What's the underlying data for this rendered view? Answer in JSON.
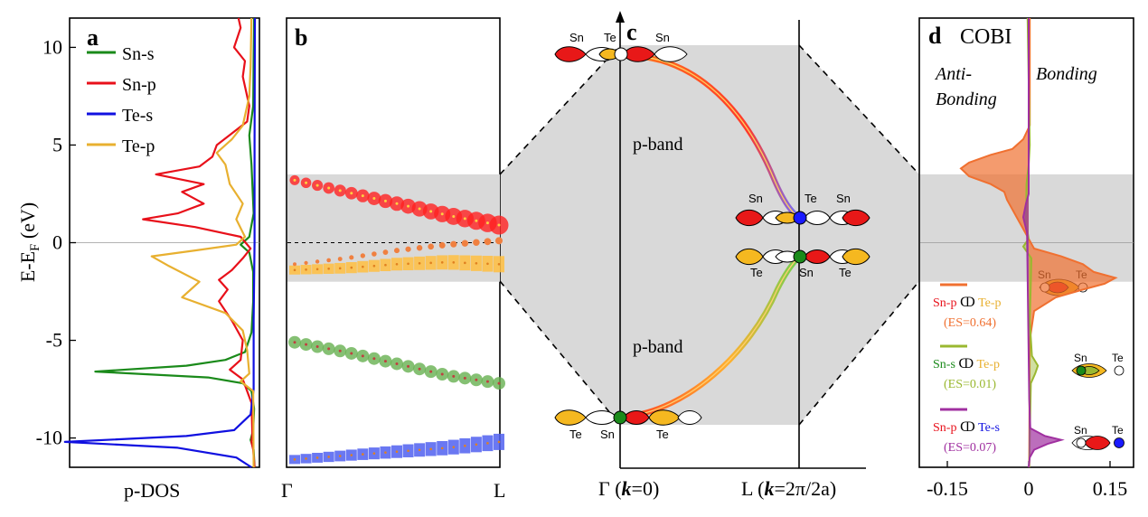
{
  "colors": {
    "sn_s": "#1a8a1a",
    "sn_p": "#e8101a",
    "te_s": "#1010e0",
    "te_p": "#e8b030",
    "cobi_snp_tep": "#f07030",
    "cobi_sns_tep": "#9ab830",
    "cobi_snp_tes": "#a030a0",
    "shade": "#d9d9d9"
  },
  "chart_data": [
    {
      "panel": "a",
      "type": "line",
      "xlabel": "p-DOS",
      "ylabel": "E-E_F (eV)",
      "ylim": [
        -11.5,
        11.5
      ],
      "yticks": [
        {
          "v": 10,
          "label": "10"
        },
        {
          "v": 5,
          "label": "5"
        },
        {
          "v": 0,
          "label": "0"
        },
        {
          "v": -5,
          "label": "-5"
        },
        {
          "v": -10,
          "label": "-10"
        }
      ],
      "legend": "top-left",
      "series": [
        {
          "name": "Sn-s",
          "color": "#1a8a1a",
          "points": [
            [
              -11.5,
              0.03
            ],
            [
              -10.6,
              0.05
            ],
            [
              -10.1,
              0.12
            ],
            [
              -9.6,
              0.06
            ],
            [
              -8.5,
              0.04
            ],
            [
              -7.6,
              0.1
            ],
            [
              -7.2,
              0.3
            ],
            [
              -6.9,
              1.1
            ],
            [
              -6.6,
              3.7
            ],
            [
              -6.3,
              1.6
            ],
            [
              -6.0,
              0.7
            ],
            [
              -5.6,
              0.25
            ],
            [
              -4.6,
              0.1
            ],
            [
              -3.0,
              0.06
            ],
            [
              -1.5,
              0.06
            ],
            [
              -0.5,
              0.15
            ],
            [
              -0.1,
              0.35
            ],
            [
              0.3,
              0.15
            ],
            [
              1.5,
              0.05
            ],
            [
              4.0,
              0.1
            ],
            [
              5.5,
              0.15
            ],
            [
              7.0,
              0.06
            ],
            [
              9.5,
              0.05
            ],
            [
              11.5,
              0.04
            ]
          ]
        },
        {
          "name": "Sn-p",
          "color": "#e8101a",
          "points": [
            [
              -11.5,
              0.03
            ],
            [
              -10.6,
              0.06
            ],
            [
              -10.2,
              0.1
            ],
            [
              -9.8,
              0.08
            ],
            [
              -8.2,
              0.1
            ],
            [
              -7.0,
              0.3
            ],
            [
              -6.5,
              0.6
            ],
            [
              -6.0,
              0.35
            ],
            [
              -5.0,
              0.3
            ],
            [
              -4.0,
              0.55
            ],
            [
              -3.0,
              0.85
            ],
            [
              -2.4,
              0.65
            ],
            [
              -1.9,
              0.85
            ],
            [
              -1.4,
              0.55
            ],
            [
              -0.8,
              0.3
            ],
            [
              -0.3,
              0.12
            ],
            [
              0.3,
              0.35
            ],
            [
              0.8,
              1.4
            ],
            [
              1.2,
              2.6
            ],
            [
              1.5,
              1.8
            ],
            [
              2.0,
              1.2
            ],
            [
              2.6,
              1.7
            ],
            [
              3.0,
              1.2
            ],
            [
              3.5,
              2.3
            ],
            [
              3.9,
              1.3
            ],
            [
              4.4,
              1.0
            ],
            [
              5.0,
              0.9
            ],
            [
              5.6,
              0.55
            ],
            [
              6.2,
              0.2
            ],
            [
              7.0,
              0.15
            ],
            [
              8.5,
              0.3
            ],
            [
              9.3,
              0.25
            ],
            [
              10.0,
              0.5
            ],
            [
              11.0,
              0.35
            ],
            [
              11.5,
              0.4
            ]
          ]
        },
        {
          "name": "Te-s",
          "color": "#1010e0",
          "points": [
            [
              -11.5,
              0.1
            ],
            [
              -11.0,
              0.45
            ],
            [
              -10.5,
              1.8
            ],
            [
              -10.2,
              4.4
            ],
            [
              -9.9,
              1.6
            ],
            [
              -9.6,
              0.5
            ],
            [
              -8.8,
              0.12
            ],
            [
              -7.5,
              0.05
            ],
            [
              -4.0,
              0.05
            ],
            [
              0.0,
              0.03
            ],
            [
              5.0,
              0.03
            ],
            [
              11.5,
              0.02
            ]
          ]
        },
        {
          "name": "Te-p",
          "color": "#e8b030",
          "points": [
            [
              -11.5,
              0.05
            ],
            [
              -7.6,
              0.06
            ],
            [
              -7.1,
              0.35
            ],
            [
              -6.7,
              0.15
            ],
            [
              -5.5,
              0.2
            ],
            [
              -4.5,
              0.3
            ],
            [
              -3.6,
              0.7
            ],
            [
              -2.8,
              1.7
            ],
            [
              -2.0,
              1.3
            ],
            [
              -1.2,
              2.0
            ],
            [
              -0.7,
              2.4
            ],
            [
              -0.4,
              1.4
            ],
            [
              -0.1,
              0.45
            ],
            [
              0.3,
              0.25
            ],
            [
              1.2,
              0.45
            ],
            [
              2.0,
              0.3
            ],
            [
              3.0,
              0.6
            ],
            [
              4.0,
              0.7
            ],
            [
              4.6,
              0.9
            ],
            [
              5.3,
              0.55
            ],
            [
              6.0,
              0.3
            ],
            [
              7.5,
              0.15
            ],
            [
              9.0,
              0.12
            ],
            [
              11.5,
              0.1
            ]
          ]
        }
      ]
    },
    {
      "panel": "b",
      "type": "scatter",
      "xlabel_left": "Γ",
      "xlabel_right": "L",
      "ylim": [
        -11.5,
        11.5
      ],
      "shade_range": [
        -2,
        3.5
      ],
      "series": [
        {
          "name": "",
          "color": "#ff2020",
          "kind": "circle",
          "x": [
            0,
            0.25,
            0.5,
            0.75,
            1
          ],
          "y": [
            3.2,
            2.6,
            2.0,
            1.4,
            0.9
          ]
        },
        {
          "name": "",
          "color": "#ffbe40",
          "kind": "square",
          "x": [
            0,
            0.25,
            0.5,
            0.75,
            1
          ],
          "y": [
            -1.4,
            -1.3,
            -1.1,
            -1.0,
            -1.1
          ]
        },
        {
          "name": "",
          "color": "#f08040",
          "kind": "dot",
          "x": [
            0,
            0.25,
            0.5,
            0.75,
            1
          ],
          "y": [
            -1.1,
            -0.8,
            -0.4,
            -0.1,
            0.1
          ]
        },
        {
          "name": "",
          "color": "#66b050",
          "kind": "circle",
          "x": [
            0,
            0.25,
            0.5,
            0.75,
            1
          ],
          "y": [
            -5.1,
            -5.6,
            -6.2,
            -6.8,
            -7.2
          ]
        },
        {
          "name": "",
          "color": "#5060f0",
          "kind": "square",
          "x": [
            0,
            0.25,
            0.5,
            0.75,
            1
          ],
          "y": [
            -11.1,
            -10.9,
            -10.7,
            -10.5,
            -10.2
          ]
        }
      ]
    },
    {
      "panel": "c",
      "type": "diagram",
      "x_left": "Γ (k=0)",
      "x_right": "L (k=2π/2a)",
      "band_labels": [
        "p-band",
        "p-band"
      ],
      "atoms_top": [
        "Sn",
        "Te",
        "Sn"
      ],
      "atoms_mid1": [
        "Sn",
        "Te",
        "Sn"
      ],
      "atoms_mid2": [
        "Te",
        "Sn",
        "Te"
      ],
      "atoms_bottom": [
        "Te",
        "Sn",
        "Te"
      ]
    },
    {
      "panel": "d",
      "type": "area",
      "title": "COBI",
      "xlim": [
        -0.2,
        0.2
      ],
      "xticks": [
        {
          "v": -0.15,
          "label": "-0.15"
        },
        {
          "v": 0,
          "label": "0"
        },
        {
          "v": 0.15,
          "label": "0.15"
        }
      ],
      "ylim": [
        -11.5,
        11.5
      ],
      "shade_range": [
        -2,
        3.5
      ],
      "left_label": [
        "Anti-",
        "Bonding"
      ],
      "right_label": "Bonding",
      "series": [
        {
          "name": "Sn-p",
          "partner": "Te-p",
          "es": "(ES=0.64)",
          "color": "#f07030",
          "points": [
            [
              11.5,
              0.002
            ],
            [
              6,
              0.002
            ],
            [
              5.3,
              -0.01
            ],
            [
              4.8,
              -0.03
            ],
            [
              4.5,
              -0.07
            ],
            [
              4.1,
              -0.11
            ],
            [
              3.8,
              -0.125
            ],
            [
              3.4,
              -0.11
            ],
            [
              3.0,
              -0.07
            ],
            [
              2.6,
              -0.045
            ],
            [
              2.2,
              -0.04
            ],
            [
              1.7,
              -0.03
            ],
            [
              1.2,
              -0.02
            ],
            [
              0.7,
              -0.01
            ],
            [
              0.2,
              0
            ],
            [
              -0.3,
              0.01
            ],
            [
              -0.7,
              0.06
            ],
            [
              -1.1,
              0.1
            ],
            [
              -1.5,
              0.12
            ],
            [
              -1.8,
              0.16
            ],
            [
              -2.1,
              0.14
            ],
            [
              -2.4,
              0.1
            ],
            [
              -2.8,
              0.05
            ],
            [
              -3.5,
              0.01
            ],
            [
              -5,
              0.002
            ],
            [
              -11.5,
              0.001
            ]
          ]
        },
        {
          "name": "Sn-s",
          "partner": "Te-p",
          "es": "(ES=0.01)",
          "color": "#9ab830",
          "points": [
            [
              11.5,
              -0.002
            ],
            [
              5.0,
              0.002
            ],
            [
              4.0,
              0.0
            ],
            [
              3.0,
              -0.004
            ],
            [
              1.0,
              -0.005
            ],
            [
              0.2,
              0.0
            ],
            [
              -0.2,
              -0.01
            ],
            [
              -0.8,
              0.005
            ],
            [
              -2.0,
              0.004
            ],
            [
              -4.0,
              0.002
            ],
            [
              -5.8,
              0.006
            ],
            [
              -6.3,
              0.017
            ],
            [
              -6.7,
              0.012
            ],
            [
              -7.2,
              0.004
            ],
            [
              -10.0,
              0.002
            ],
            [
              -11.5,
              0.001
            ]
          ]
        },
        {
          "name": "Sn-p",
          "partner": "Te-s",
          "es": "(ES=0.07)",
          "color": "#a030a0",
          "points": [
            [
              11.5,
              0.0
            ],
            [
              2.5,
              0.0
            ],
            [
              2.0,
              -0.005
            ],
            [
              1.3,
              -0.01
            ],
            [
              0.5,
              -0.003
            ],
            [
              -8.0,
              0.001
            ],
            [
              -9.5,
              0.003
            ],
            [
              -9.9,
              0.03
            ],
            [
              -10.1,
              0.06
            ],
            [
              -10.3,
              0.035
            ],
            [
              -10.6,
              0.01
            ],
            [
              -11.0,
              0.002
            ],
            [
              -11.5,
              0.0
            ]
          ]
        }
      ],
      "molecules": [
        [
          "Sn",
          "Te"
        ],
        [
          "Sn",
          "Te"
        ],
        [
          "Sn",
          "Te"
        ]
      ],
      "bond_symbol": "ↀ"
    }
  ]
}
